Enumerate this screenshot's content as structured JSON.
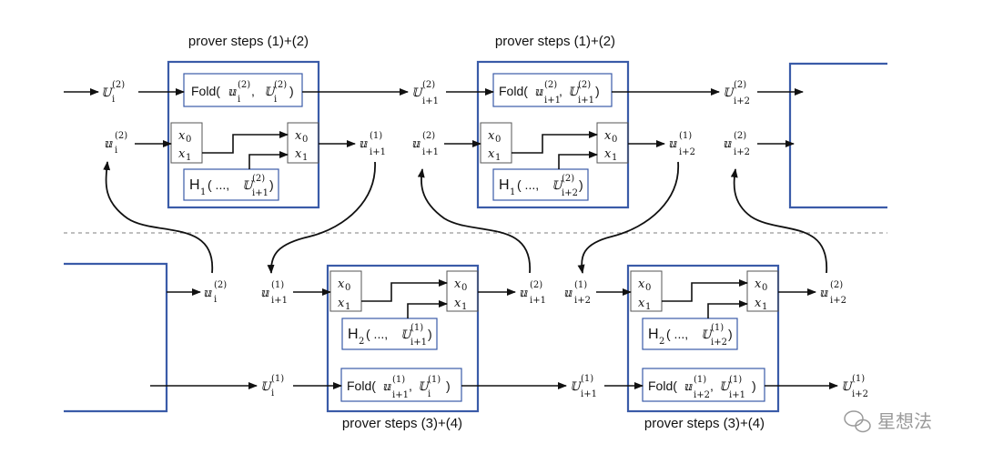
{
  "colors": {
    "box": "#3a5ba8",
    "line": "#111111",
    "divider": "#999999"
  },
  "step_labels": {
    "top_1": "prover steps (1)+(2)",
    "top_2": "prover steps (1)+(2)",
    "bottom_1": "prover steps (3)+(4)",
    "bottom_2": "prover steps (3)+(4)"
  },
  "top_row": {
    "U_i2": {
      "base": "𝕌",
      "sub": "i",
      "sup": "(2)"
    },
    "U_i1_2": {
      "base": "𝕌",
      "sub": "i+1",
      "sup": "(2)"
    },
    "U_i2_2": {
      "base": "𝕌",
      "sub": "i+2",
      "sup": "(2)"
    },
    "u_i2": {
      "base": "𝕦",
      "sub": "i",
      "sup": "(2)"
    },
    "u_i1_2": {
      "base": "𝕦",
      "sub": "i+1",
      "sup": "(2)"
    },
    "u_i2_2": {
      "base": "𝕦",
      "sub": "i+2",
      "sup": "(2)"
    },
    "u_out1": {
      "base": "𝕦",
      "sub": "i+1",
      "sup": "(1)"
    },
    "u_out2": {
      "base": "𝕦",
      "sub": "i+2",
      "sup": "(1)"
    },
    "fold1": {
      "fn": "Fold(",
      "a": "𝕦",
      "a_sub": "i",
      "a_sup": "(2)",
      "sep": " , ",
      "b": "𝕌",
      "b_sub": "i",
      "b_sup": "(2)",
      "close": ")"
    },
    "fold2": {
      "fn": "Fold(",
      "a": "𝕦",
      "a_sub": "i+1",
      "a_sup": "(2)",
      "sep": ", ",
      "b": "𝕌",
      "b_sub": "i+1",
      "b_sup": "(2)",
      "close": " )"
    },
    "hash1": {
      "fn": "H",
      "fn_sub": "1",
      "args": "( ..., ",
      "b": "𝕌",
      "b_sub": "i+1",
      "b_sup": "(2)",
      "close": ")"
    },
    "hash2": {
      "fn": "H",
      "fn_sub": "1",
      "args": "( ..., ",
      "b": "𝕌",
      "b_sub": "i+2",
      "b_sup": "(2)",
      "close": ")"
    }
  },
  "bottom_row": {
    "u_in_left": {
      "base": "𝕦",
      "sub": "i",
      "sup": "(2)"
    },
    "u_i1_1": {
      "base": "𝕦",
      "sub": "i+1",
      "sup": "(1)"
    },
    "u_i2_1": {
      "base": "𝕦",
      "sub": "i+2",
      "sup": "(1)"
    },
    "u_out1": {
      "base": "𝕦",
      "sub": "i+1",
      "sup": "(2)"
    },
    "u_out2": {
      "base": "𝕦",
      "sub": "i+2",
      "sup": "(2)"
    },
    "U_i1": {
      "base": "𝕌",
      "sub": "i",
      "sup": "(1)"
    },
    "U_i1_1": {
      "base": "𝕌",
      "sub": "i+1",
      "sup": "(1)"
    },
    "U_i2_1": {
      "base": "𝕌",
      "sub": "i+2",
      "sup": "(1)"
    },
    "fold1": {
      "fn": "Fold(",
      "a": "𝕦",
      "a_sub": "i+1",
      "a_sup": "(1)",
      "sep": ", ",
      "b": "𝕌",
      "b_sub": "i",
      "b_sup": "(1)",
      "close": ")"
    },
    "fold2": {
      "fn": "Fold(",
      "a": "𝕦",
      "a_sub": "i+2",
      "a_sup": "(1)",
      "sep": ", ",
      "b": "𝕌",
      "b_sub": "i+1",
      "b_sup": "(1)",
      "close": ")"
    },
    "hash1": {
      "fn": "H",
      "fn_sub": "2",
      "args": "( ..., ",
      "b": "𝕌",
      "b_sub": "i+1",
      "b_sup": "(1)",
      "close": ")"
    },
    "hash2": {
      "fn": "H",
      "fn_sub": "2",
      "args": "( ..., ",
      "b": "𝕌",
      "b_sub": "i+2",
      "b_sup": "(1)",
      "close": ")"
    }
  },
  "mux": {
    "x0": "x",
    "x0_sub": "0",
    "x1": "x",
    "x1_sub": "1"
  },
  "watermark": "星想法"
}
